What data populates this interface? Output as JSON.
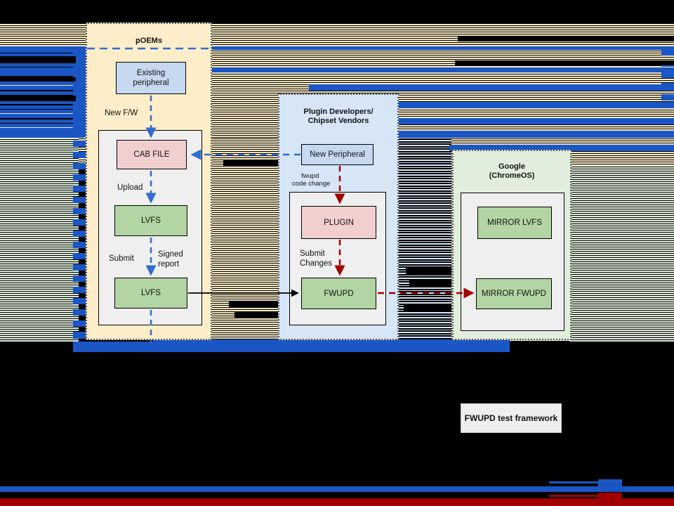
{
  "diagram": {
    "type": "flowchart",
    "panels": [
      {
        "id": "poems",
        "title": "pOEMs"
      },
      {
        "id": "plugin",
        "title": "Plugin Developers/\nChipset Vendors",
        "title_line1": "Plugin Developers/",
        "title_line2": "Chipset Vendors"
      },
      {
        "id": "google",
        "title": "Google\n(ChromeOS)",
        "title_line1": "Google",
        "title_line2": "(ChromeOS)"
      }
    ],
    "nodes": {
      "existing_peripheral_l1": "Existing",
      "existing_peripheral_l2": "peripheral",
      "cab_file": "CAB FILE",
      "lvfs_upper": "LVFS",
      "lvfs_lower": "LVFS",
      "new_peripheral": "New Peripheral",
      "plugin": "PLUGIN",
      "fwupd": "FWUPD",
      "mirror_lvfs": "MIRROR LVFS",
      "mirror_fwupd": "MIRROR FWUPD"
    },
    "edge_labels": {
      "new_fw": "New F/W",
      "upload": "Upload",
      "submit": "Submit",
      "signed_report_l1": "Signed",
      "signed_report_l2": "report",
      "fwupd_code_change_l1": "fwupd",
      "fwupd_code_change_l2": "code change",
      "submit_changes_l1": "Submit",
      "submit_changes_l2": "Changes"
    },
    "legend": {
      "label": "FWUPD test framework"
    },
    "colors": {
      "poems_fill": "#fdeec9",
      "plugin_fill": "#d6e6f7",
      "google_fill": "#e2eedd",
      "node_blue": "#c6d9f1",
      "node_pink": "#f2cfcf",
      "node_green": "#b3d4a3",
      "arrow_blue": "#2f6dd0",
      "arrow_red": "#a00000",
      "arrow_black": "#000000",
      "glitch_royal": "#1a56c4",
      "background": "#000000"
    }
  }
}
